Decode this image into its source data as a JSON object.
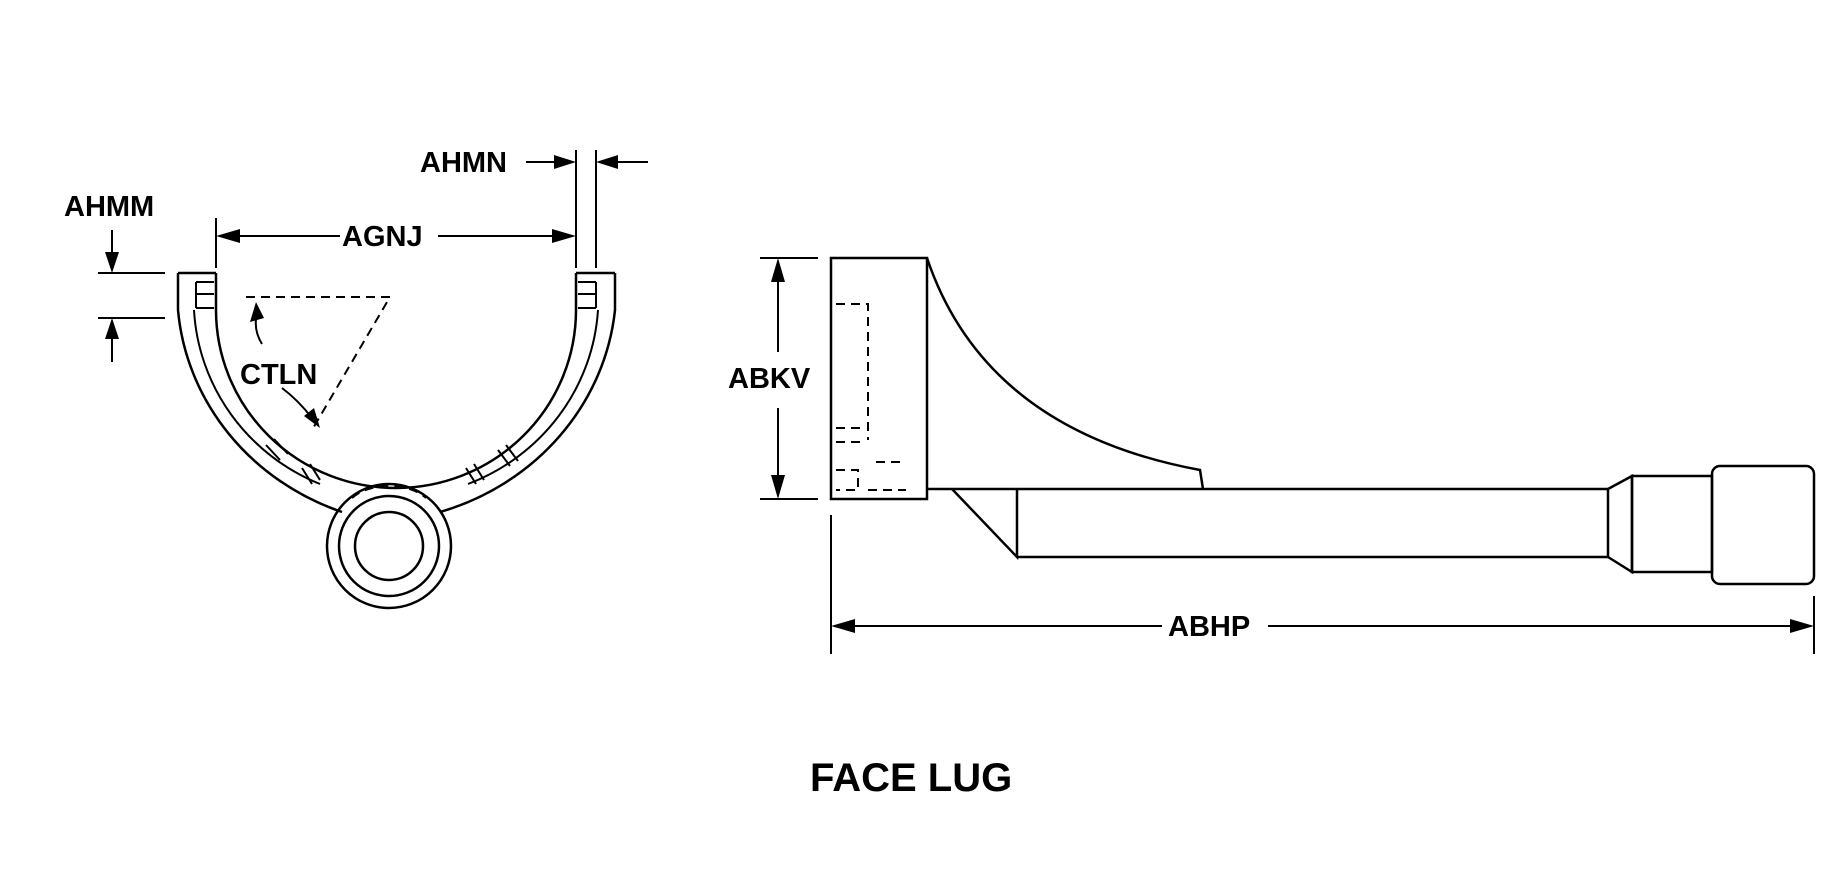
{
  "labels": {
    "ahmn": "AHMN",
    "ahmm": "AHMM",
    "agnj": "AGNJ",
    "ctln": "CTLN",
    "abkv": "ABKV",
    "abhp": "ABHP"
  },
  "title": "FACE LUG"
}
